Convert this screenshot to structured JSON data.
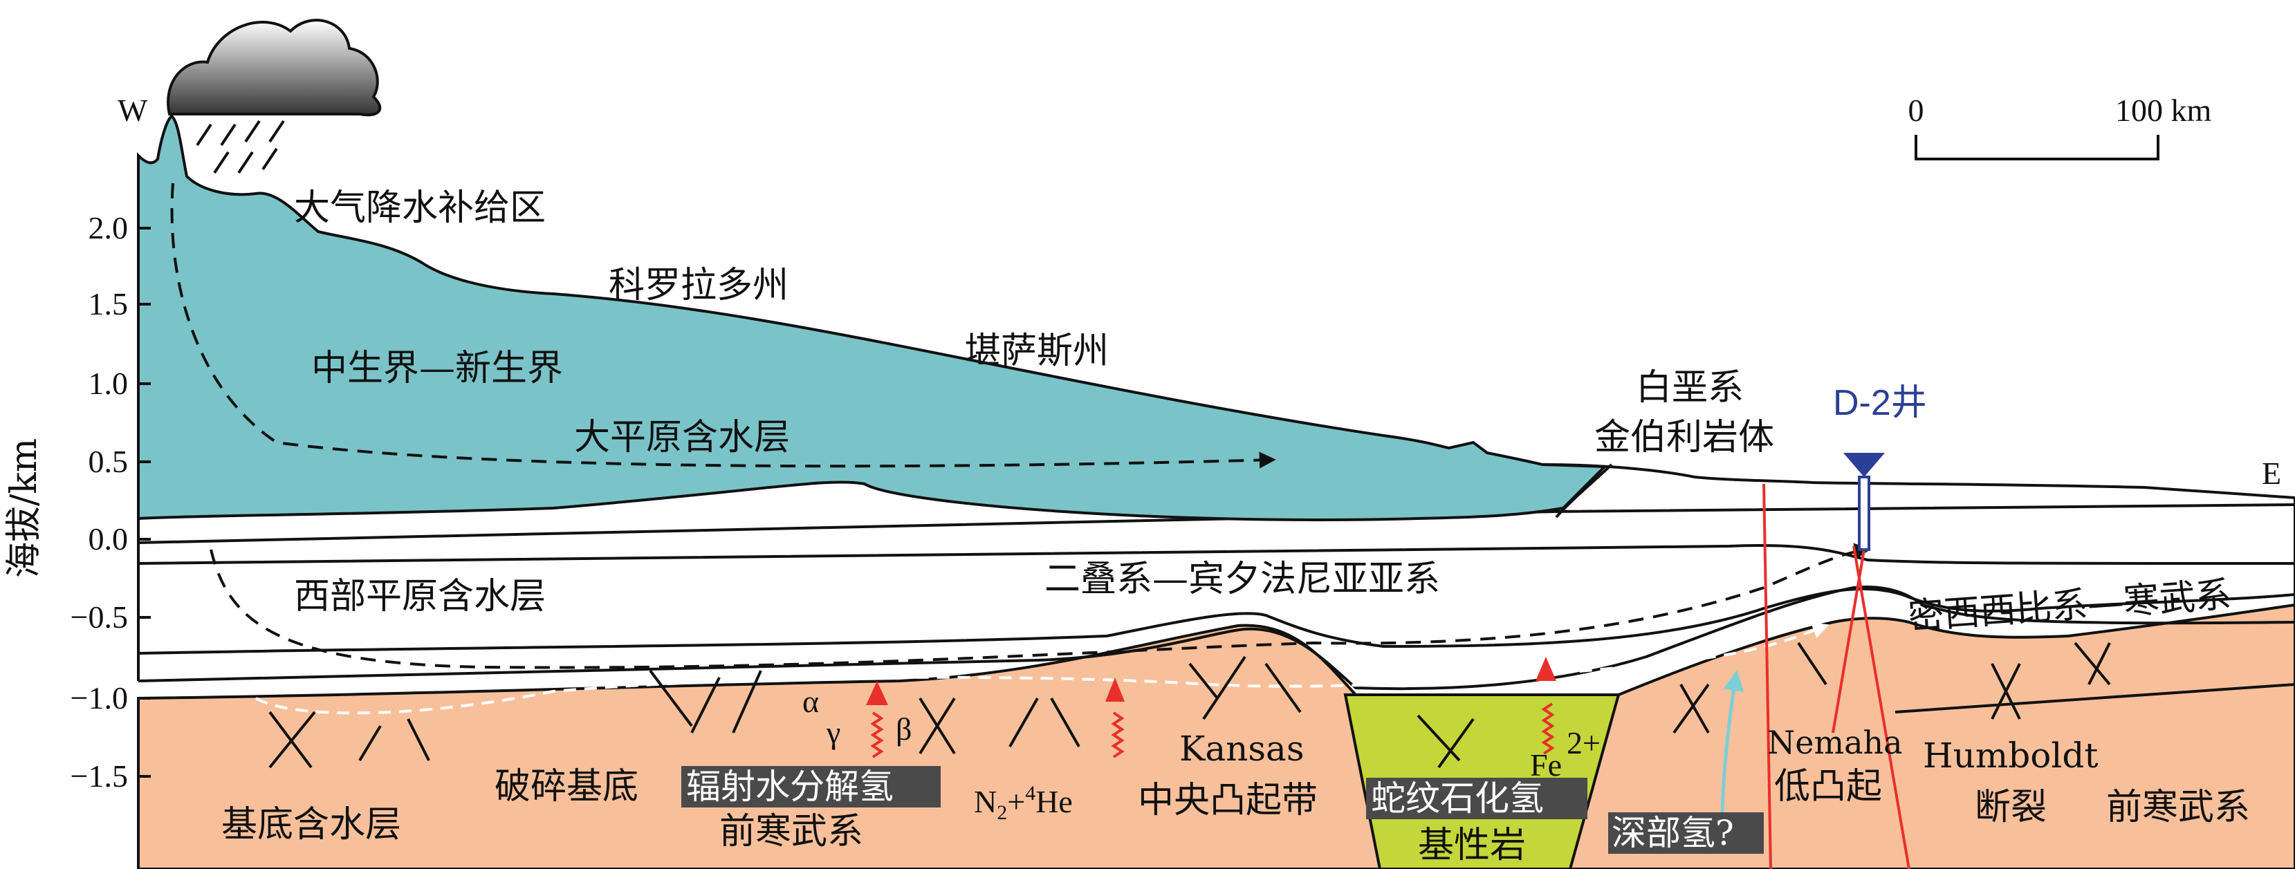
{
  "labels": {
    "west": "W",
    "east": "E",
    "recharge_zone": "大气降水补给区",
    "colorado": "科罗拉多州",
    "kansas_state": "堪萨斯州",
    "mesozoic_cenozoic": "中生界—新生界",
    "high_plains_aquifer": "大平原含水层",
    "cretaceous": "白垩系",
    "kimberlite": "金伯利岩体",
    "well": "D-2井",
    "western_plains_aquifer": "西部平原含水层",
    "permian_penn": "二叠系—宾夕法尼亚亚系",
    "miss_cambrian": "密西西比系—寒武系",
    "alpha": "α",
    "gamma": "γ",
    "beta": "β",
    "kansas": "Kansas",
    "fe2": "Fe",
    "fe2_sup": "2+",
    "nemaha": "Nemaha",
    "nemaha_uplift": "低凸起",
    "humboldt": "Humboldt",
    "fault": "断裂",
    "basement_aquifer": "基底含水层",
    "fractured_basement": "破碎基底",
    "radiolysis_h2": "辐射水分解氢",
    "precambrian_1": "前寒武系",
    "n2_he_1": "N",
    "n2_he_sub": "2",
    "n2_he_2": "+",
    "n2_he_sup": "4",
    "n2_he_3": "He",
    "central_uplift": "中央凸起带",
    "serpentinization_h2": "蛇纹石化氢",
    "mafic_rock": "基性岩",
    "deep_h2": "深部氢?",
    "precambrian_2": "前寒武系"
  },
  "axis": {
    "label": "海拔/km",
    "ticks": [
      "2.0",
      "1.5",
      "1.0",
      "0.5",
      "0.0",
      "−0.5",
      "−1.0",
      "−1.5"
    ]
  },
  "scale_bar": {
    "start": "0",
    "end": "100 km"
  },
  "colors": {
    "aquifer_blue": "#7ac3c9",
    "basement_orange": "#f7c09b",
    "mafic_green": "#c3d63a",
    "red_fault": "#e8302b",
    "well_blue": "#2b3f96",
    "cyan_arrow": "#7ccfd6",
    "label_box": "#4a4a4a"
  }
}
